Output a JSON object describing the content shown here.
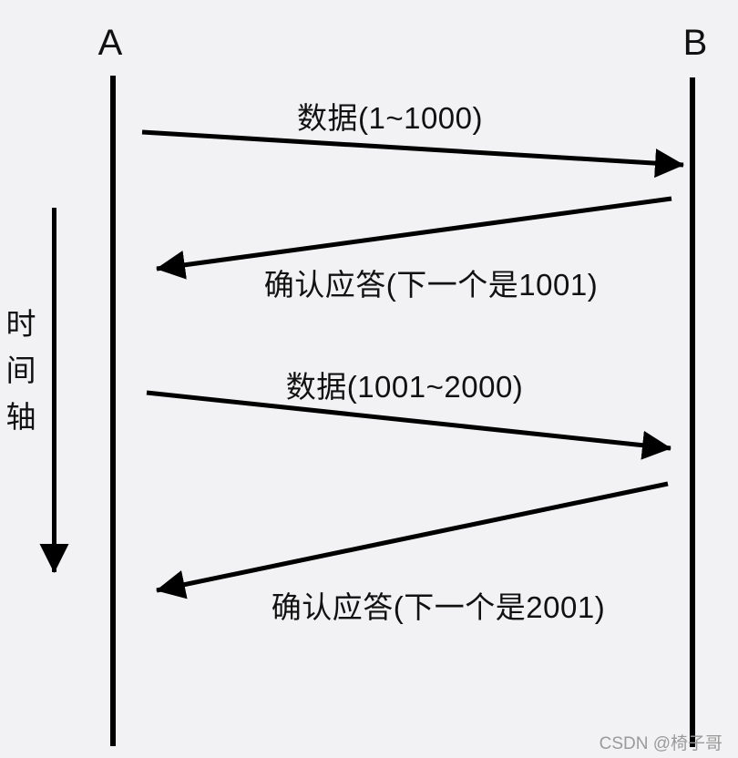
{
  "page": {
    "background": "#f2f2f4"
  },
  "diagram": {
    "type": "sequence-diagram",
    "endpoints": {
      "left": "A",
      "right": "B"
    },
    "time_axis": {
      "text": "时间轴",
      "chars": [
        "时",
        "间",
        "轴"
      ]
    },
    "messages": [
      {
        "from": "A",
        "to": "B",
        "label": "数据(1~1000)"
      },
      {
        "from": "B",
        "to": "A",
        "label": "确认应答(下一个是1001)"
      },
      {
        "from": "A",
        "to": "B",
        "label": "数据(1001~2000)"
      },
      {
        "from": "B",
        "to": "A",
        "label": "确认应答(下一个是2001)"
      }
    ]
  },
  "watermark": {
    "text": "CSDN @椅子哥",
    "color": "#9a9a9a"
  },
  "colors": {
    "line": "#000000",
    "text": "#111111",
    "background": "#f2f2f4"
  }
}
